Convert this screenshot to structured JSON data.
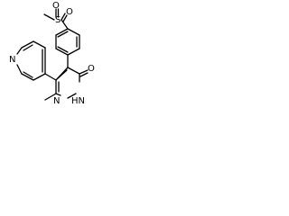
{
  "molecule": {
    "atoms": {
      "sulfur": "S",
      "sulfonyl_oxygen_1": "O",
      "sulfonyl_oxygen_2": "O",
      "carbonyl_oxygen": "O",
      "pyridine_nitrogen": "N",
      "ring_nitrogen": "N",
      "ring_nh": "HN"
    }
  }
}
